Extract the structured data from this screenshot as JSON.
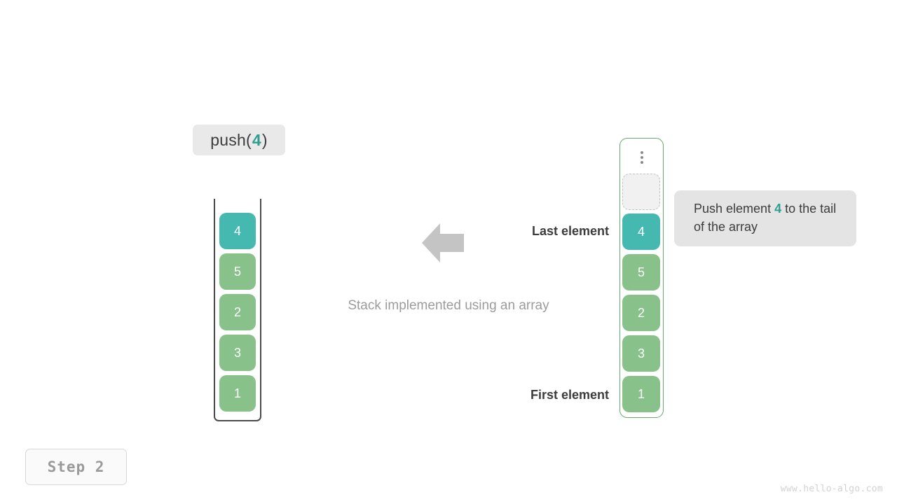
{
  "operation": {
    "prefix": "push(",
    "argument": "4",
    "suffix": ")"
  },
  "stack": {
    "title": "Stack implemented using an array",
    "cells": [
      {
        "value": "4",
        "state": "highlight"
      },
      {
        "value": "5",
        "state": "normal"
      },
      {
        "value": "2",
        "state": "normal"
      },
      {
        "value": "3",
        "state": "normal"
      },
      {
        "value": "1",
        "state": "normal"
      }
    ]
  },
  "array": {
    "overflow_indicator": "vertical-ellipsis",
    "empty_slot_label": "",
    "cells": [
      {
        "value": "4",
        "state": "highlight"
      },
      {
        "value": "5",
        "state": "normal"
      },
      {
        "value": "2",
        "state": "normal"
      },
      {
        "value": "3",
        "state": "normal"
      },
      {
        "value": "1",
        "state": "normal"
      }
    ]
  },
  "labels": {
    "last_element": "Last element",
    "first_element": "First element"
  },
  "tooltip": {
    "text_before": "Push element ",
    "accent": "4",
    "text_after": " to the tail of the array"
  },
  "step": {
    "label": "Step  2"
  },
  "watermark": "www.hello-algo.com",
  "colors": {
    "highlight": "#45b8b0",
    "normal": "#88c28a",
    "accent_text": "#2d9e90",
    "array_border": "#66ab6b",
    "stack_border": "#4a4a4a",
    "badge_bg": "#e9e9e9",
    "tooltip_bg": "#e4e4e4",
    "arrow": "#c4c4c4",
    "caption_text": "#9b9b9b"
  }
}
